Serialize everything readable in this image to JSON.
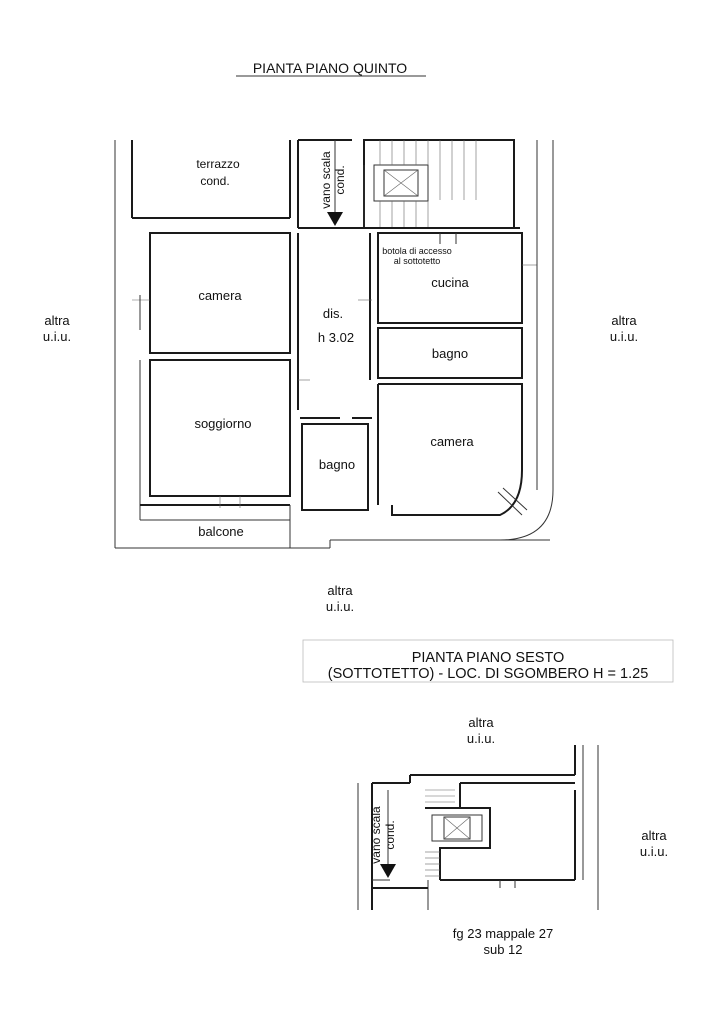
{
  "fifth_floor": {
    "title": "PIANTA PIANO QUINTO",
    "rooms": {
      "terrazzo_line1": "terrazzo",
      "terrazzo_line2": "cond.",
      "vano_scala_line1": "vano scala",
      "vano_scala_line2": "cond.",
      "botola_line1": "botola di accesso",
      "botola_line2": "al sottotetto",
      "camera_left": "camera",
      "dis": "dis.",
      "dis_height": "h 3.02",
      "cucina": "cucina",
      "bagno_right": "bagno",
      "soggiorno": "soggiorno",
      "camera_right": "camera",
      "bagno_center": "bagno",
      "balcone": "balcone"
    },
    "neighbors": {
      "left_line1": "altra",
      "left_line2": "u.i.u.",
      "right_line1": "altra",
      "right_line2": "u.i.u.",
      "bottom_line1": "altra",
      "bottom_line2": "u.i.u."
    }
  },
  "sixth_floor": {
    "title_line1": "PIANTA PIANO SESTO",
    "title_line2": "(SOTTOTETTO) - LOC. DI SGOMBERO H = 1.25",
    "vano_scala_line1": "vano scala",
    "vano_scala_line2": "cond.",
    "neighbors": {
      "top_line1": "altra",
      "top_line2": "u.i.u.",
      "right_line1": "altra",
      "right_line2": "u.i.u."
    }
  },
  "cadastral": {
    "line1": "fg 23 mappale 27",
    "line2": "sub 12"
  }
}
